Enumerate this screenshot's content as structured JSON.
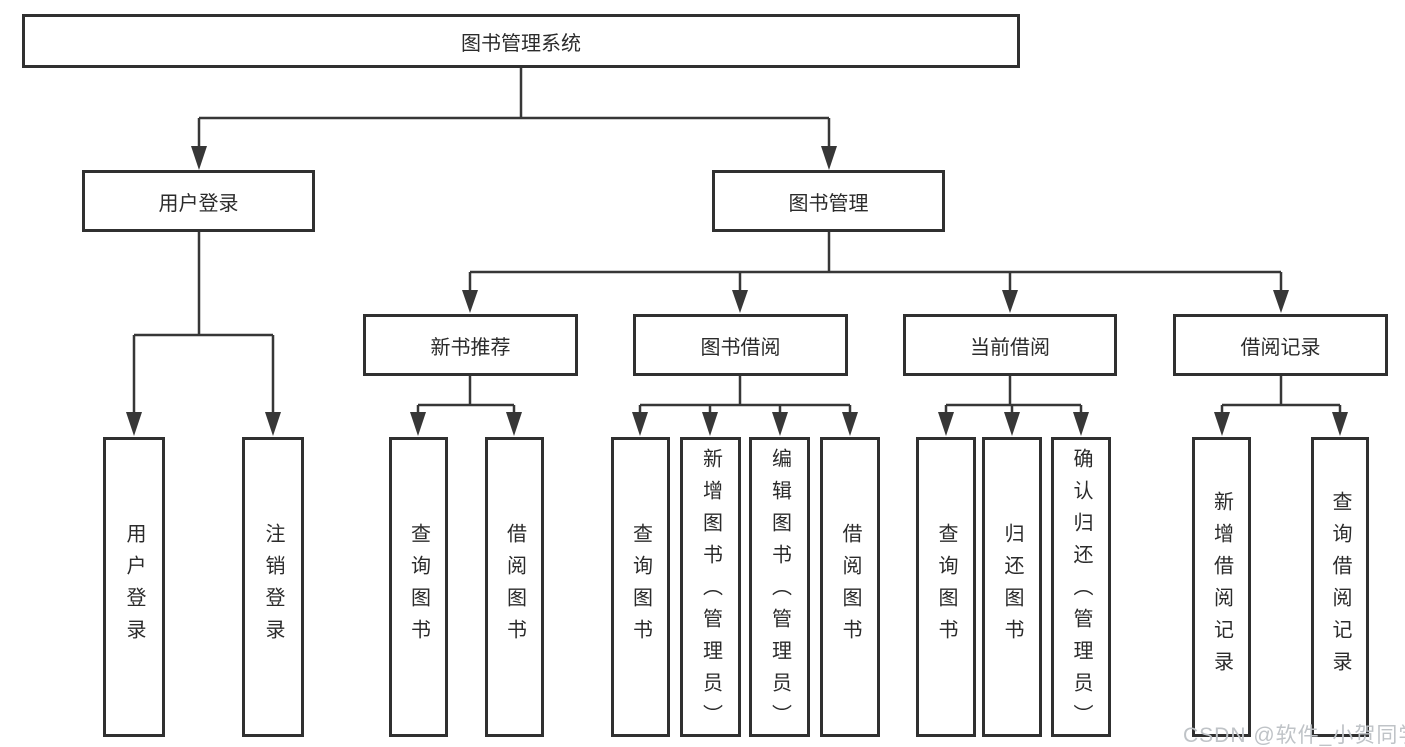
{
  "tree": {
    "root": {
      "label": "图书管理系统"
    },
    "login": {
      "label": "用户登录",
      "children": [
        "用户登录",
        "注销登录"
      ]
    },
    "manage": {
      "label": "图书管理"
    },
    "newbook": {
      "label": "新书推荐",
      "children": [
        "查询图书",
        "借阅图书"
      ]
    },
    "borrow": {
      "label": "图书借阅",
      "children": [
        "查询图书",
        "新增图书（管理员）",
        "编辑图书（管理员）",
        "借阅图书"
      ]
    },
    "current": {
      "label": "当前借阅",
      "children": [
        "查询图书",
        "归还图书",
        "确认归还（管理员）"
      ]
    },
    "records": {
      "label": "借阅记录",
      "children": [
        "新增借阅记录",
        "查询借阅记录"
      ]
    }
  },
  "watermark": {
    "text": "CSDN @软件_小贺同学",
    "color": "#bfc3c7"
  },
  "colors": {
    "border": "#303030",
    "line": "#373737",
    "text": "#2b2b2b",
    "background": "#ffffff"
  }
}
